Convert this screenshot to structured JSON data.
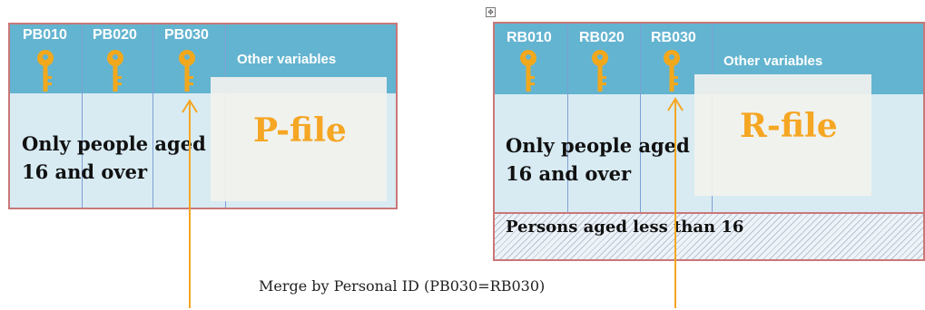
{
  "p_table": {
    "columns": [
      "PB010",
      "PB020",
      "PB030"
    ],
    "other_variables": "Other variables",
    "file_label": "P-file",
    "body_text_line1": "Only people aged",
    "body_text_line2": "16 and over"
  },
  "r_table": {
    "columns": [
      "RB010",
      "RB020",
      "RB030"
    ],
    "other_variables": "Other variables",
    "file_label": "R-file",
    "body_text_line1": "Only people aged",
    "body_text_line2": "16 and over",
    "under16_text": "Persons aged less than 16"
  },
  "merge_caption": "Merge by Personal ID (PB030=RB030)",
  "icons": {
    "key": "key-icon",
    "move_handle": "move-handle-icon"
  },
  "colors": {
    "header": "#63b4d0",
    "body": "#d8ebf3",
    "border": "#c97878",
    "accent": "#f5a623"
  }
}
